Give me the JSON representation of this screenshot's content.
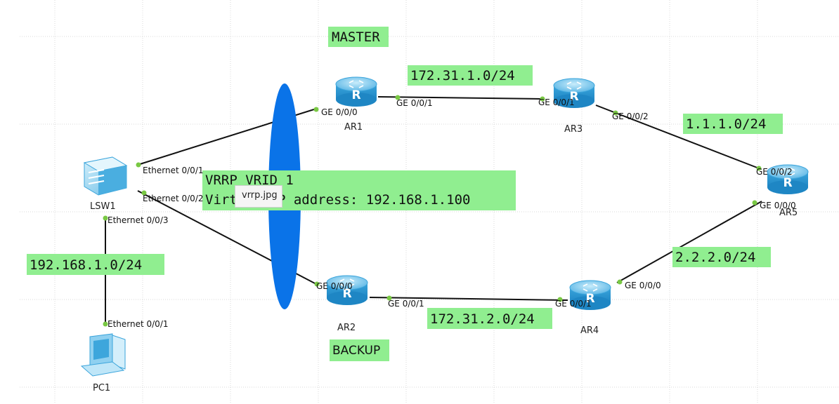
{
  "devices": {
    "ar1": "AR1",
    "ar2": "AR2",
    "ar3": "AR3",
    "ar4": "AR4",
    "ar5": "AR5",
    "lsw1": "LSW1",
    "pc1": "PC1"
  },
  "ports": {
    "ar1_ge000": "GE 0/0/0",
    "ar1_ge001": "GE 0/0/1",
    "ar3_ge001": "GE 0/0/1",
    "ar3_ge002": "GE 0/0/2",
    "ar5_ge002": "GE 0/0/2",
    "ar5_ge000": "GE 0/0/0",
    "ar2_ge000": "GE 0/0/0",
    "ar2_ge001": "GE 0/0/1",
    "ar4_ge001": "GE 0/0/1",
    "ar4_ge000": "GE 0/0/0",
    "lsw1_e001": "Ethernet 0/0/1",
    "lsw1_e002": "Ethernet 0/0/2",
    "lsw1_e003": "Ethernet 0/0/3",
    "pc1_e001": "Ethernet 0/0/1"
  },
  "labels": {
    "master": "MASTER",
    "backup": "BACKUP",
    "net_ar1_ar3": "172.31.1.0/24",
    "net_ar3_ar5": "1.1.1.0/24",
    "net_ar4_ar5": "2.2.2.0/24",
    "net_ar2_ar4": "172.31.2.0/24",
    "net_lan": "192.168.1.0/24",
    "vrrp_line1": "VRRP VRID 1",
    "vrrp_line2": "Virtual IP address: 192.168.1.100"
  },
  "tooltip": "vrrp.jpg",
  "colors": {
    "label_bg": "#90ee90",
    "vrrp_ellipse": "#0a73e8",
    "link": "#111111",
    "port_dot": "#79c843",
    "router_body": "#5ab4e0",
    "grid": "#d8d8d8"
  }
}
